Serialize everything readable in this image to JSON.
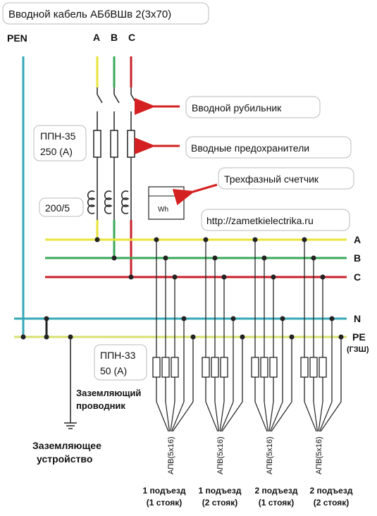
{
  "title": "Вводной кабель АБбВШв 2(3х70)",
  "pen_label": "PEN",
  "phase_labels": {
    "a": "A",
    "b": "B",
    "c": "C"
  },
  "bus_labels": {
    "a": "A",
    "b": "B",
    "c": "C",
    "n": "N",
    "pe": "PE",
    "pe_note": "(ГЗШ)"
  },
  "callouts": {
    "switch": "Вводной рубильник",
    "fuses": "Вводные предохранители",
    "meter": "Трехфазный счетчик",
    "website": "http://zametkielectrika.ru"
  },
  "input_fuse": {
    "line1": "ППН-35",
    "line2": "250 (А)"
  },
  "ct_ratio": "200/5",
  "meter_label": "Wh",
  "branch_fuse": {
    "line1": "ППН-33",
    "line2": "50 (А)"
  },
  "ground_conductor": {
    "line1": "Заземляющий",
    "line2": "проводник"
  },
  "ground_device": {
    "line1": "Заземляющее",
    "line2": "устройство"
  },
  "cable_label": "АПВ(5х16)",
  "groups": [
    {
      "line1": "1 подъезд",
      "line2": "(1 стояк)"
    },
    {
      "line1": "1 подъезд",
      "line2": "(2 стояк)"
    },
    {
      "line1": "2 подъезд",
      "line2": "(1 стояк)"
    },
    {
      "line1": "2 подъезд",
      "line2": "(2 стояк)"
    }
  ],
  "colors": {
    "phase_a": "#e8e43a",
    "phase_b": "#3aa85a",
    "phase_c": "#c8202a",
    "neutral": "#35a8b8",
    "pe": "#d8e070",
    "arrow": "#d42020",
    "wire": "#222222"
  }
}
